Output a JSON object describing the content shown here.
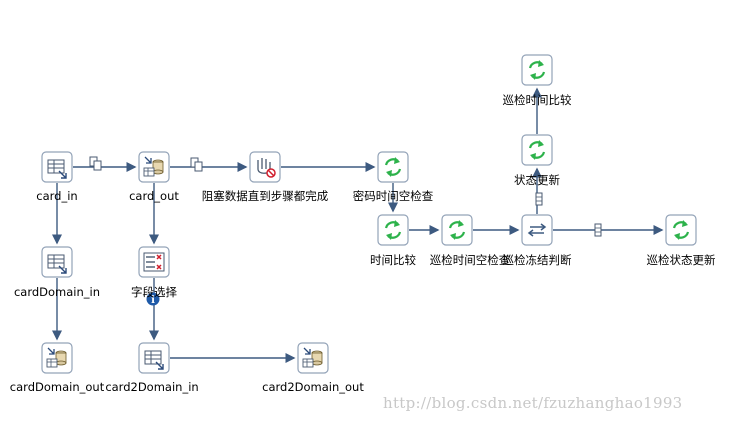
{
  "diagram": {
    "nodes": [
      {
        "id": "card_in",
        "label": "card_in",
        "icon": "table-input-icon"
      },
      {
        "id": "card_out",
        "label": "card_out",
        "icon": "table-output-icon"
      },
      {
        "id": "block",
        "label": "阻塞数据直到步骤都完成",
        "icon": "block-until-done-icon"
      },
      {
        "id": "mm_check",
        "label": "密码时间空检查",
        "icon": "transform-cycle-icon"
      },
      {
        "id": "time_cmp",
        "label": "时间比较",
        "icon": "transform-cycle-icon"
      },
      {
        "id": "xj_check",
        "label": "巡检时间空检查",
        "icon": "transform-cycle-icon"
      },
      {
        "id": "xj_freeze",
        "label": "巡检冻结判断",
        "icon": "switch-case-icon"
      },
      {
        "id": "xj_status",
        "label": "巡检状态更新",
        "icon": "transform-cycle-icon"
      },
      {
        "id": "status_upd",
        "label": "状态更新",
        "icon": "transform-cycle-icon"
      },
      {
        "id": "xj_time_cmp",
        "label": "巡检时间比较",
        "icon": "transform-cycle-icon"
      },
      {
        "id": "cd_in",
        "label": "cardDomain_in",
        "icon": "table-input-icon"
      },
      {
        "id": "cd_out",
        "label": "cardDomain_out",
        "icon": "table-output-icon"
      },
      {
        "id": "field_sel",
        "label": "字段选择",
        "icon": "select-values-icon"
      },
      {
        "id": "c2d_in",
        "label": "card2Domain_in",
        "icon": "table-input-icon"
      },
      {
        "id": "c2d_out",
        "label": "card2Domain_out",
        "icon": "table-output-icon"
      }
    ],
    "hops": [
      {
        "from": "card_in",
        "to": "card_out",
        "badge": "copy-icon"
      },
      {
        "from": "card_out",
        "to": "block",
        "badge": "copy-icon"
      },
      {
        "from": "block",
        "to": "mm_check",
        "badge": ""
      },
      {
        "from": "mm_check",
        "to": "time_cmp",
        "badge": ""
      },
      {
        "from": "time_cmp",
        "to": "xj_check",
        "badge": ""
      },
      {
        "from": "xj_check",
        "to": "xj_freeze",
        "badge": ""
      },
      {
        "from": "xj_freeze",
        "to": "xj_status",
        "badge": "copy-rows-icon"
      },
      {
        "from": "xj_freeze",
        "to": "status_upd",
        "badge": "copy-rows-icon"
      },
      {
        "from": "status_upd",
        "to": "xj_time_cmp",
        "badge": ""
      },
      {
        "from": "card_in",
        "to": "cd_in",
        "badge": ""
      },
      {
        "from": "cd_in",
        "to": "cd_out",
        "badge": ""
      },
      {
        "from": "card_out",
        "to": "field_sel",
        "badge": ""
      },
      {
        "from": "field_sel",
        "to": "c2d_in",
        "badge": "info-icon"
      },
      {
        "from": "c2d_in",
        "to": "c2d_out",
        "badge": ""
      }
    ]
  },
  "watermark": "http://blog.csdn.net/fzuzhanghao1993",
  "colors": {
    "hop": "#3d5a80",
    "green": "#2db24b",
    "icon_border": "#93a3b8",
    "icon_fill": "#ffffff",
    "info_badge": "#1e5aa8",
    "red_x": "#d11f2e"
  }
}
